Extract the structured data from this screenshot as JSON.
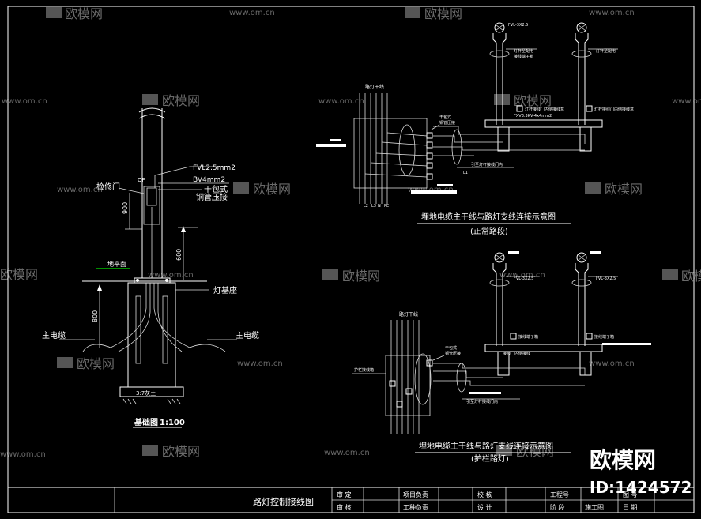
{
  "colors": {
    "background": "#000000",
    "line": "#ffffff",
    "grade_line": "#00c000",
    "watermark": "#6a6a6a"
  },
  "watermark": {
    "text": "欧模网",
    "url": "www.om.cn",
    "brand": "欧模网",
    "id": "ID:1424572"
  },
  "left_detail": {
    "labels": {
      "fvl": "FVL2.5mm2",
      "jianxiumen": "检修门",
      "bv": "BV4mm2",
      "qf": "QF",
      "ganbaoshi": "干包式",
      "tongguan": "铜管压接",
      "dim_900a": "900",
      "dim_600": "600",
      "diganmian": "地平面",
      "dengjizuo": "灯基座",
      "dim_800": "800",
      "zhudianlan_left": "主电缆",
      "zhudianlan_right": "主电缆",
      "huitu": "3:7灰土",
      "title": "基础图",
      "scale": "1:100"
    }
  },
  "diagram_top": {
    "title": "埋地电缆主干线与路灯支线连接示意图",
    "subtitle": "(正常路段)",
    "labels": [
      "路灯干线",
      "干包式",
      "铜管压接",
      "灯具",
      "FVL-3X2.5",
      "灯杆至配电",
      "接线端子箱",
      "灯杆接线门内侧接线盒",
      "FXV3.3KV-4x4mm2",
      "引至灯杆接线门内",
      "L1",
      "L2",
      "L3",
      "N",
      "PE"
    ]
  },
  "diagram_bottom": {
    "title": "埋地电缆主干线与路灯支线连接示意图",
    "subtitle": "(护栏路灯)",
    "labels": [
      "路灯干线",
      "护栏接线箱",
      "干包式",
      "铜管压接",
      "灯具",
      "FVL-3X2.5",
      "接线端子箱",
      "接线门内侧接线",
      "引至灯杆接线门内"
    ]
  },
  "title_block": {
    "drawing_name": "路灯控制接线图",
    "cells": {
      "shending": "审 定",
      "shenhe": "审 核",
      "xiangmu": "项目负责",
      "gongzhong": "工种负责",
      "jiaohe": "校 核",
      "sheji": "设 计",
      "gongchenghao": "工程号",
      "jieduan": "阶 段",
      "jieduan_val": "施工图",
      "tuhao": "图 号",
      "riqi": "日 期"
    }
  }
}
